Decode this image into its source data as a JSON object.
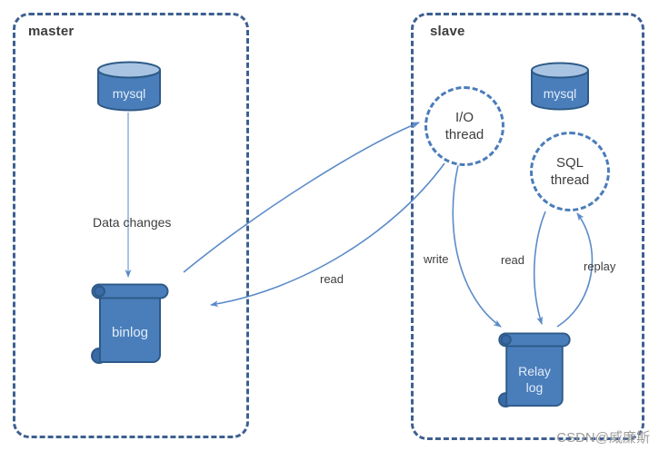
{
  "diagram_type": "mysql-master-slave-replication",
  "master": {
    "title": "master",
    "mysql_label": "mysql",
    "data_changes_label": "Data changes",
    "binlog_label": "binlog"
  },
  "slave": {
    "title": "slave",
    "mysql_label": "mysql",
    "io_thread_label": "I/O\nthread",
    "sql_thread_label": "SQL\nthread",
    "relay_log_label": "Relay\nlog"
  },
  "edges": {
    "read_master": "read",
    "write": "write",
    "read_slave": "read",
    "replay": "replay"
  },
  "watermark": "CSDN@威廉斯",
  "colors": {
    "arrow_blue": "#5b8bc9",
    "box_border_blue": "#3e5f91",
    "circle_border_blue": "#4a7cba",
    "shape_fill_blue": "#4a7ebb",
    "shape_top_light_blue": "#a9c4e2",
    "shape_curl_dark_blue": "#3a6aa6",
    "shape_stroke_dark": "#2e5a88",
    "shape_text_light": "#e2ecf7",
    "label_text_gray": "#3d3d3d",
    "watermark_gray": "#9b9b9b"
  }
}
